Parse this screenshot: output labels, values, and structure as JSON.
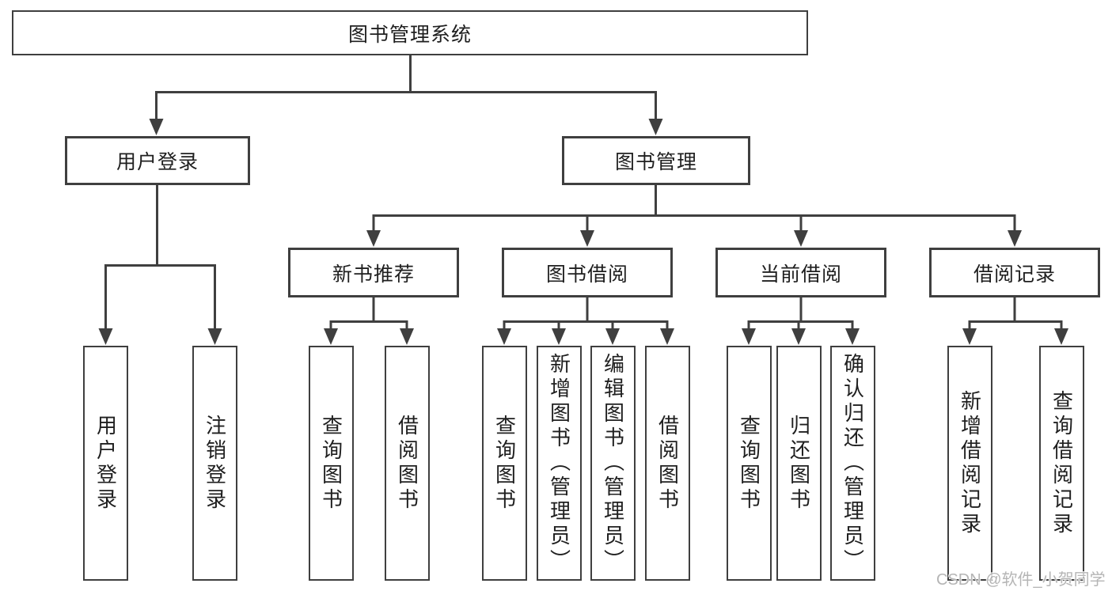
{
  "diagram": {
    "title": "图书管理系统",
    "root": {
      "label": "图书管理系统"
    },
    "branches": [
      {
        "label": "用户登录",
        "children": [
          {
            "label": "用户登录"
          },
          {
            "label": "注销登录"
          }
        ]
      },
      {
        "label": "图书管理",
        "children": [
          {
            "label": "新书推荐",
            "children": [
              {
                "label": "查询图书"
              },
              {
                "label": "借阅图书"
              }
            ]
          },
          {
            "label": "图书借阅",
            "children": [
              {
                "label": "查询图书"
              },
              {
                "label": "新增图书（管理员）"
              },
              {
                "label": "编辑图书（管理员）"
              },
              {
                "label": "借阅图书"
              }
            ]
          },
          {
            "label": "当前借阅",
            "children": [
              {
                "label": "查询图书"
              },
              {
                "label": "归还图书"
              },
              {
                "label": "确认归还（管理员）"
              }
            ]
          },
          {
            "label": "借阅记录",
            "children": [
              {
                "label": "新增借阅记录"
              },
              {
                "label": "查询借阅记录"
              }
            ]
          }
        ]
      }
    ]
  },
  "watermark": {
    "text": "CSDN @软件_小贺同学",
    "color": "#b5b5b5"
  },
  "colors": {
    "line": "#3f3f3f",
    "text": "#1f1f1f",
    "background": "#ffffff"
  }
}
